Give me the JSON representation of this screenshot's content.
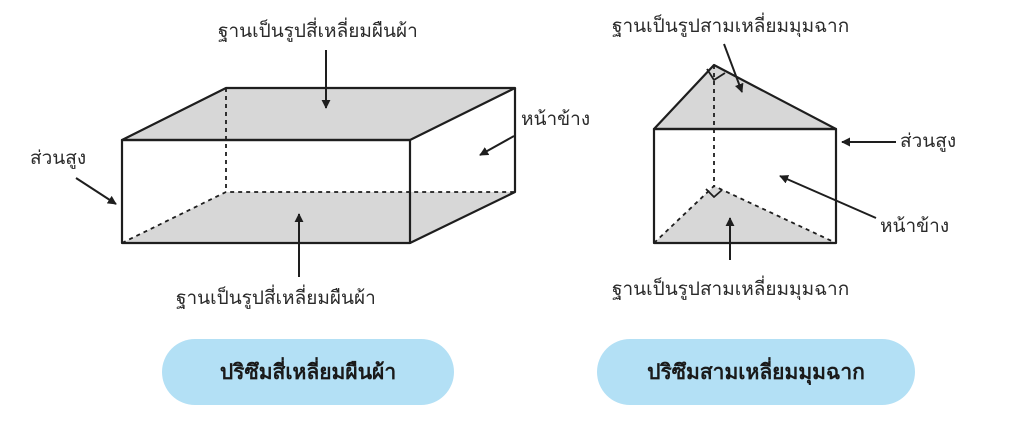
{
  "colors": {
    "face_fill": "#d7d7d7",
    "line": "#1e1e1e",
    "pill": "#b3e0f5"
  },
  "icons": {
    "label_pointer": "arrow-icon",
    "right_angle": "right-angle-marker-icon"
  },
  "rectangular_prism": {
    "top_base_label": "ฐานเป็นรูปสี่เหลี่ยมผืนผ้า",
    "side_face_label": "หน้าข้าง",
    "height_label": "ส่วนสูง",
    "bottom_base_label": "ฐานเป็นรูปสี่เหลี่ยมผืนผ้า",
    "title": "ปริซึมสี่เหลี่ยมผืนผ้า"
  },
  "triangular_prism": {
    "top_base_label": "ฐานเป็นรูปสามเหลี่ยมมุมฉาก",
    "height_label": "ส่วนสูง",
    "side_face_label": "หน้าข้าง",
    "bottom_base_label": "ฐานเป็นรูปสามเหลี่ยมมุมฉาก",
    "title": "ปริซึมสามเหลี่ยมมุมฉาก"
  }
}
